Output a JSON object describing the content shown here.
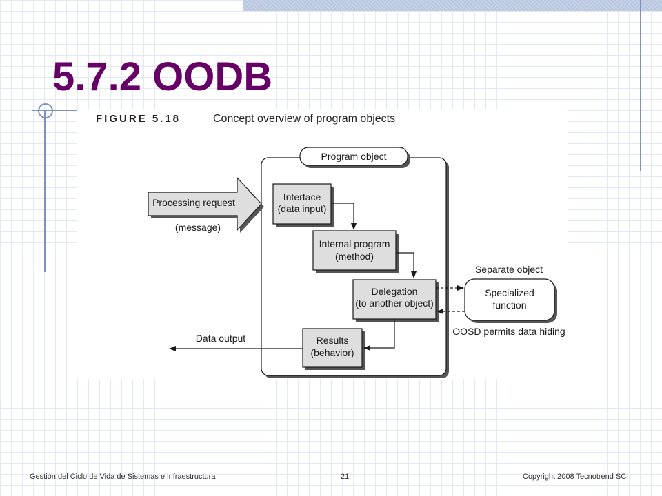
{
  "slide": {
    "title": "5.7.2 OODB",
    "figure_label": "FIGURE 5.18",
    "figure_caption": "Concept overview of program objects"
  },
  "diagram": {
    "program_object": "Program object",
    "processing_request": "Processing request",
    "message": "(message)",
    "interface": [
      "Interface",
      "(data input)"
    ],
    "internal_program": [
      "Internal program",
      "(method)"
    ],
    "delegation": [
      "Delegation",
      "(to another object)"
    ],
    "results": [
      "Results",
      "(behavior)"
    ],
    "data_output": "Data output",
    "separate_object": "Separate object",
    "specialized_function": [
      "Specialized",
      "function"
    ],
    "data_hiding": "OOSD permits data hiding"
  },
  "footer": {
    "left": "Gestión del Ciclo de Vida de Sistemas e infraestructura",
    "page": "21",
    "right": "Copyright  2008 Tecnotrend SC"
  },
  "colors": {
    "title": "#660066",
    "accent_lines": "#7e8fc2",
    "box_fill": "#dedede"
  }
}
